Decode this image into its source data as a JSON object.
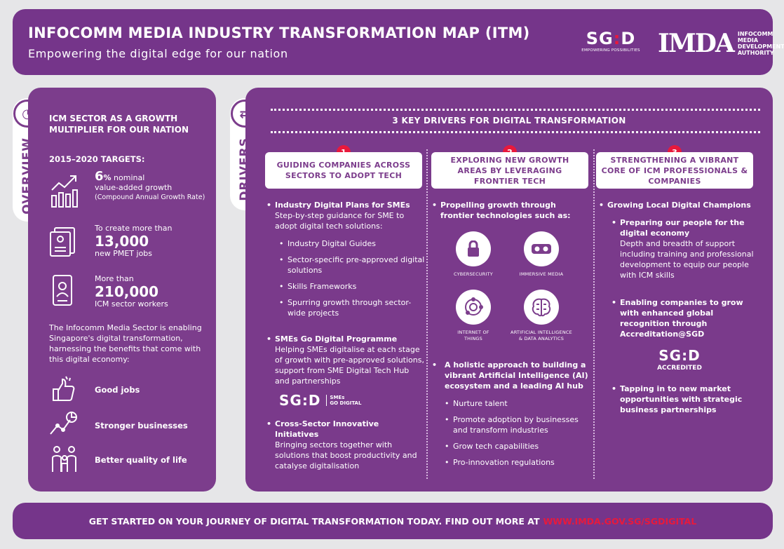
{
  "header": {
    "title": "INFOCOMM MEDIA INDUSTRY TRANSFORMATION MAP (ITM)",
    "subtitle": "Empowering the digital edge for our nation",
    "sgd_logo": {
      "mark_a": "SG",
      "mark_dot": ":",
      "mark_b": "D",
      "tagline": "EMPOWERING POSSIBILITIES"
    },
    "imda_logo": {
      "mark": "IMDA",
      "name_lines": [
        "INFOCOMM",
        "MEDIA",
        "DEVELOPMENT",
        "AUTHORITY"
      ]
    }
  },
  "overview": {
    "tab_label": "OVERVIEW",
    "heading": "ICM SECTOR AS A GROWTH MULTIPLIER FOR OUR NATION",
    "targets_label": "2015–2020 TARGETS:",
    "stats": [
      {
        "big": "6",
        "big_suffix": "%",
        "after": " nominal",
        "line2": "value-added growth",
        "note": "(Compound Annual Growth Rate)"
      },
      {
        "pre": "To create more than",
        "big": "13,000",
        "post": "new PMET jobs"
      },
      {
        "pre": "More than",
        "big": "210,000",
        "post": "ICM sector workers"
      }
    ],
    "body_text": "The Infocomm Media Sector is enabling Singapore's digital transformation, harnessing the benefits that come with this digital economy:",
    "benefits": [
      "Good jobs",
      "Stronger businesses",
      "Better quality of life"
    ]
  },
  "drivers": {
    "tab_label": "DRIVERS",
    "title": "3 KEY DRIVERS FOR DIGITAL TRANSFORMATION",
    "columns": [
      {
        "number": "1",
        "card": "GUIDING COMPANIES ACROSS SECTORS TO ADOPT TECH",
        "p1_title": "Industry Digital Plans for SMEs",
        "p1_text": "Step-by-step guidance for SME to adopt digital tech solutions:",
        "p1_items": [
          "Industry Digital Guides",
          "Sector-specific pre-approved digital solutions",
          "Skills Frameworks",
          "Spurring growth through sector-wide projects"
        ],
        "p2_title": "SMEs Go Digital Programme",
        "p2_text": "Helping SMEs digitalise at each stage of growth with pre-approved solutions, support from SME Digital Tech Hub and partnerships",
        "p2_logo_mark": "SG:D",
        "p2_logo_tag_1": "SMEs",
        "p2_logo_tag_2": "GO DIGITAL",
        "p3_title": "Cross-Sector Innovative Initiatives",
        "p3_text": "Bringing sectors together with solutions that boost productivity and catalyse digitalisation"
      },
      {
        "number": "2",
        "card": "EXPLORING NEW GROWTH AREAS BY LEVERAGING FRONTIER TECH",
        "p1_title": "Propelling growth through frontier technologies such as:",
        "techs": [
          "CYBERSECURITY",
          "IMMERSIVE MEDIA",
          "INTERNET OF THINGS",
          "ARTIFICIAL INTELLIGENCE & DATA ANALYTICS"
        ],
        "tech_icons": [
          "lock-icon",
          "vr-headset-icon",
          "iot-icon",
          "brain-icon"
        ],
        "p2_title": "A holistic approach to building a vibrant Artificial Intelligence (AI) ecosystem and a leading AI hub",
        "p2_items": [
          "Nurture talent",
          "Promote adoption by businesses and transform industries",
          "Grow tech capabilities",
          "Pro-innovation regulations"
        ]
      },
      {
        "number": "3",
        "card": "STRENGTHENING A VIBRANT CORE OF ICM PROFESSIONALS & COMPANIES",
        "p1_title": "Growing Local Digital Champions",
        "s1_title": "Preparing our people for the digital economy",
        "s1_text": "Depth and breadth of support including training and professional development to equip our people with ICM skills",
        "s2_title": "Enabling companies to grow with enhanced global recognition through Accreditation@SGD",
        "s2_logo_mark": "SG:D",
        "s2_logo_tag": "ACCREDITED",
        "s3_title": "Tapping in to new market opportunities with strategic business partnerships"
      }
    ]
  },
  "footer": {
    "text": "GET STARTED ON YOUR JOURNEY OF DIGITAL TRANSFORMATION TODAY. FIND OUT MORE AT",
    "url": "WWW.IMDA.GOV.SG/SGDIGITAL"
  },
  "colors": {
    "purple": "#7c3d8c",
    "accent_red": "#e8193c",
    "background": "#e6e6e8"
  }
}
